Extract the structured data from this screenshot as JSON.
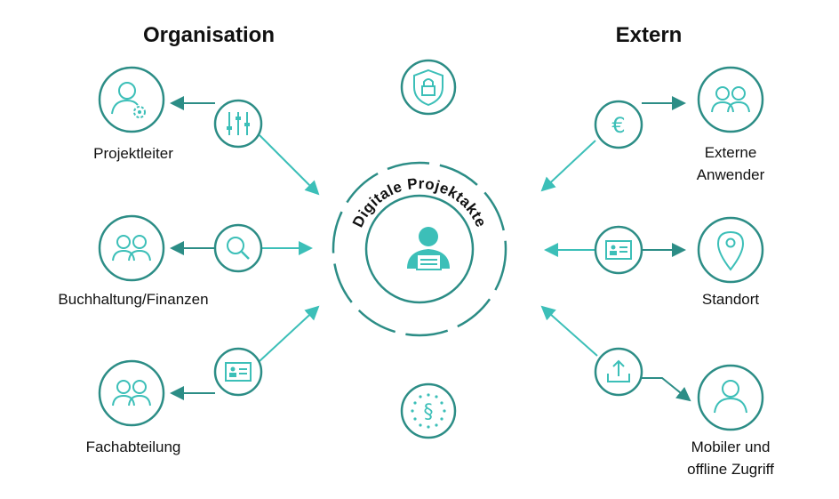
{
  "headings": {
    "left": "Organisation",
    "right": "Extern"
  },
  "center": {
    "title": "Digitale Projektakte",
    "icon": "person-at-desk-icon"
  },
  "top_icon": "shield-lock-icon",
  "bottom_icon": "eu-paragraph-icon",
  "left_nodes": [
    {
      "label": "Projektleiter",
      "icon": "user-gear-icon",
      "mid_icon": "sliders-icon"
    },
    {
      "label": "Buchhaltung/Finanzen",
      "icon": "users-icon",
      "mid_icon": "search-icon"
    },
    {
      "label": "Fachabteilung",
      "icon": "users-icon",
      "mid_icon": "id-card-icon"
    }
  ],
  "right_nodes": [
    {
      "label_line1": "Externe",
      "label_line2": "Anwender",
      "icon": "users-icon",
      "mid_icon": "euro-icon"
    },
    {
      "label_line1": "Standort",
      "label_line2": "",
      "icon": "location-pin-icon",
      "mid_icon": "id-card-icon"
    },
    {
      "label_line1": "Mobiler und",
      "label_line2": "offline Zugriff",
      "icon": "user-icon",
      "mid_icon": "upload-icon"
    }
  ],
  "colors": {
    "accent": "#3cbfb8",
    "dark_accent": "#2c8d86",
    "text": "#111111"
  }
}
